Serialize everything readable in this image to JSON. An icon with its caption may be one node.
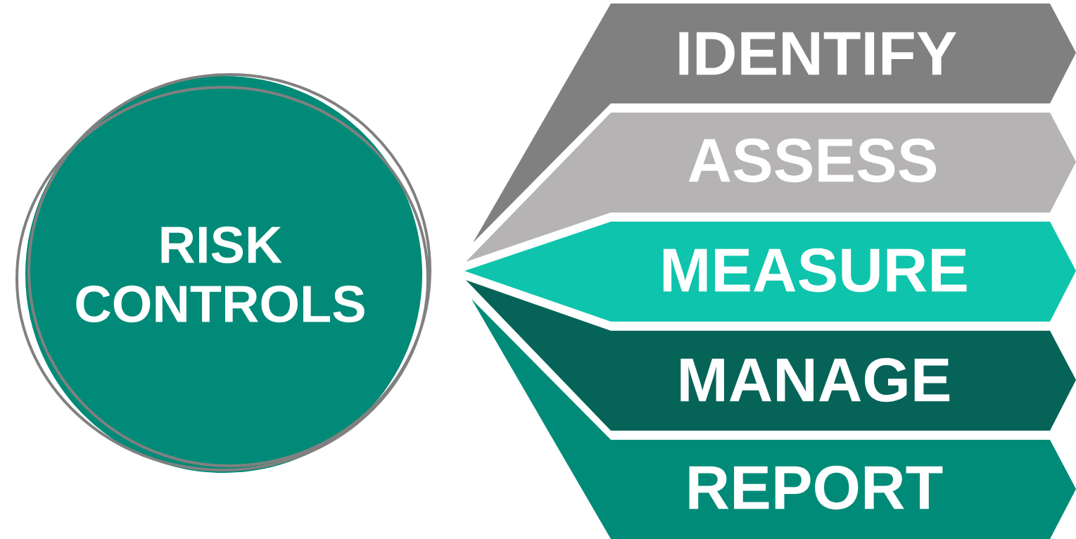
{
  "diagram": {
    "nodes": [
      {
        "text": [
          "RISK CONTROLS"
        ]
      },
      {
        "text": [
          "IDENTIFY"
        ]
      },
      {
        "text": [
          "ASSESS"
        ]
      },
      {
        "text": [
          "MEASURE"
        ]
      },
      {
        "text": [
          "MANAGE"
        ]
      },
      {
        "text": [
          "REPORT"
        ]
      }
    ]
  }
}
